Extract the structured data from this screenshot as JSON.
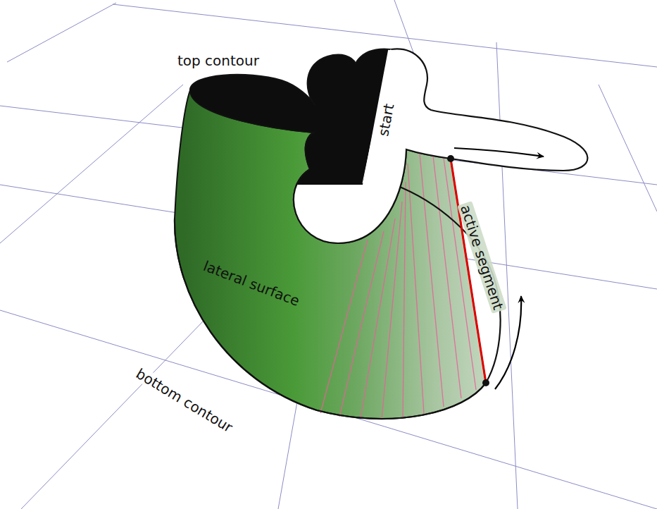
{
  "diagram": {
    "labels": [
      "top contour",
      "start",
      "lateral surface",
      "active segment",
      "bottom contour"
    ]
  }
}
